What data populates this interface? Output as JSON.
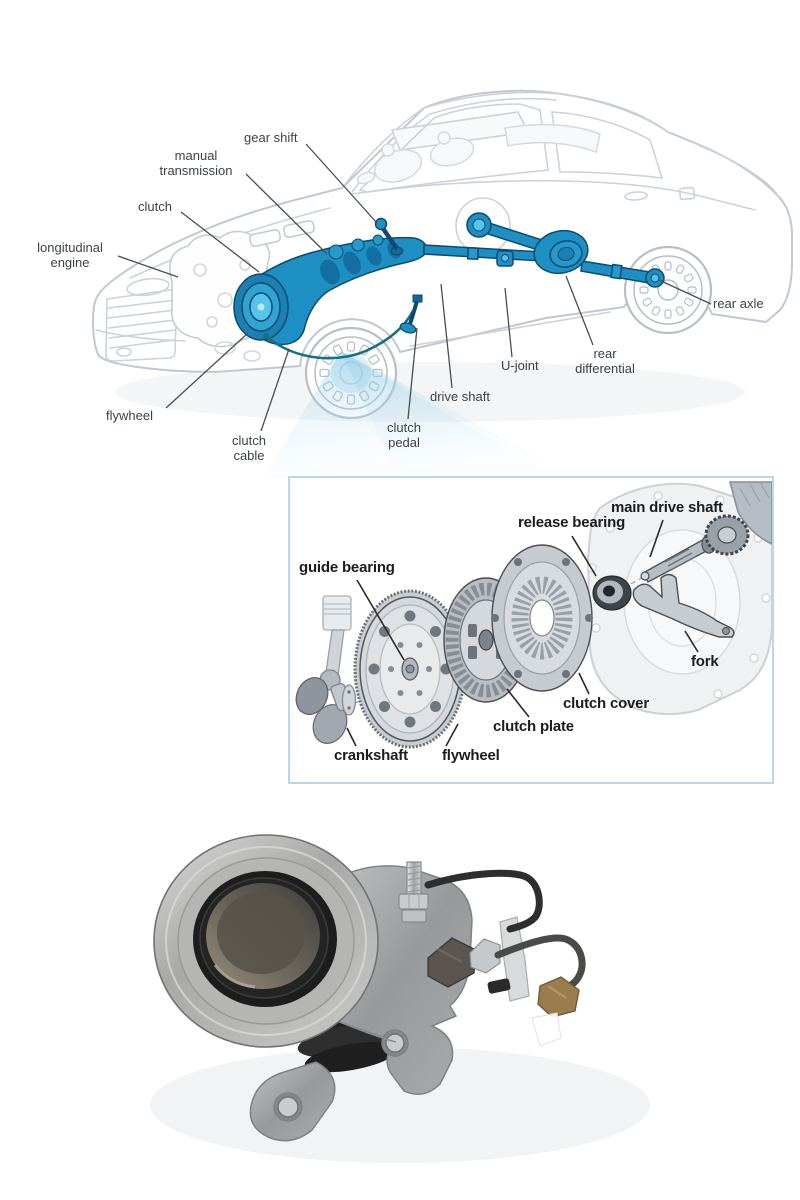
{
  "top_diagram": {
    "description": "car cutaway with manual transmission drivetrain highlighted",
    "labels": {
      "gear_shift": "gear shift",
      "manual_transmission": "manual\ntransmission",
      "clutch": "clutch",
      "longitudinal_engine": "longitudinal\nengine",
      "flywheel": "flywheel",
      "clutch_cable": "clutch\ncable",
      "clutch_pedal": "clutch\npedal",
      "drive_shaft": "drive shaft",
      "u_joint": "U-joint",
      "rear_differential": "rear\ndifferential",
      "rear_axle": "rear axle"
    }
  },
  "exploded_diagram": {
    "description": "exploded view of clutch assembly",
    "labels": {
      "guide_bearing": "guide bearing",
      "release_bearing": "release bearing",
      "main_drive_shaft": "main drive shaft",
      "fork": "fork",
      "clutch_cover": "clutch cover",
      "clutch_plate": "clutch plate",
      "flywheel": "flywheel",
      "crankshaft": "crankshaft"
    }
  },
  "photo": {
    "subject": "hydraulic clutch release bearing with two metal hydraulic lines"
  },
  "colors": {
    "label_text": "#3d4247",
    "bold_label_text": "#1c1c1c",
    "panel_border": "#b7d9ea",
    "drivetrain_blue": "#1e8fc2",
    "drivetrain_blue_dark": "#10618f",
    "drivetrain_blue_light": "#56c3e8",
    "car_outline": "#c2c8cf",
    "beam_blue": "#7fc3e3",
    "cable_teal": "#15707f"
  }
}
